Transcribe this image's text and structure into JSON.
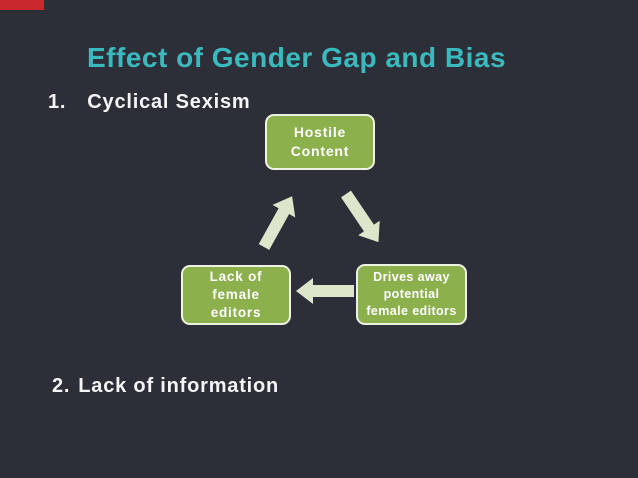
{
  "slide": {
    "title": "Effect of Gender Gap and Bias",
    "list_items": [
      {
        "number": "1.",
        "label": "Cyclical Sexism"
      },
      {
        "number": "2.",
        "label": "Lack of information"
      }
    ],
    "diagram": {
      "type": "cycle",
      "nodes": [
        {
          "id": "hostile-content",
          "label": "Hostile\nContent"
        },
        {
          "id": "lack-of-female-editors",
          "label": "Lack of\nfemale\neditors"
        },
        {
          "id": "drives-away-potential-female-editors",
          "label": "Drives away\npotential\nfemale editors"
        }
      ],
      "edges": [
        {
          "from": "lack-of-female-editors",
          "to": "hostile-content",
          "direction": "up-right"
        },
        {
          "from": "hostile-content",
          "to": "drives-away-potential-female-editors",
          "direction": "down-right"
        },
        {
          "from": "drives-away-potential-female-editors",
          "to": "lack-of-female-editors",
          "direction": "left"
        }
      ]
    },
    "colors": {
      "background": "#2c2f37",
      "title": "#3ab9be",
      "text": "#f4f5f6",
      "node_fill": "#8bb04c",
      "node_border": "#eef2e2",
      "arrow": "#dde6cb",
      "accent_bar": "#c9282e"
    }
  }
}
